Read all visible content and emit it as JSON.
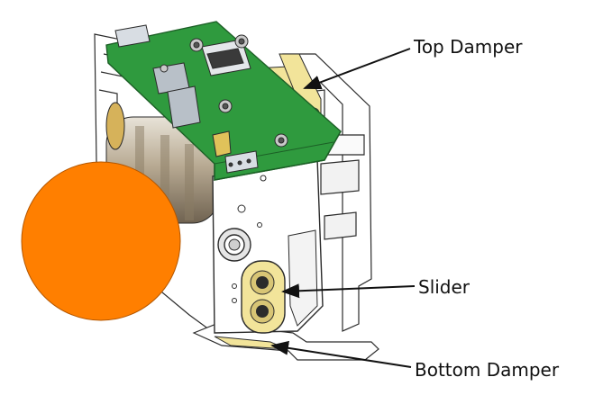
{
  "labels": {
    "top_damper": "Top Damper",
    "slider": "Slider",
    "bottom_damper": "Bottom Damper"
  },
  "colors": {
    "ball": "#ff7f00",
    "pcb": "#2f9a3e",
    "damper": "#f2e49a",
    "housing_line": "#2b2b2b",
    "arrow": "#111111"
  }
}
